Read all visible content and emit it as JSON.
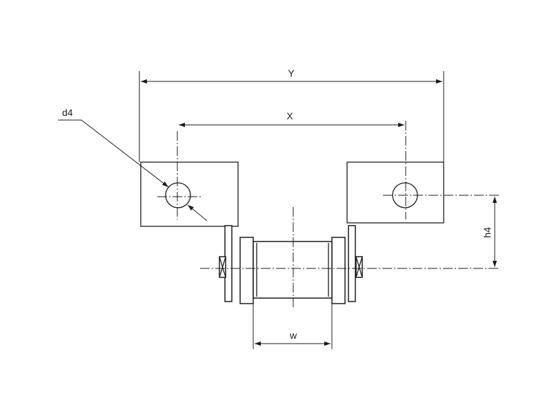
{
  "diagram": {
    "labels": {
      "y": "Y",
      "x": "X",
      "d4": "d4",
      "h4": "h4",
      "w": "w"
    },
    "colors": {
      "line": "#1a1a1a",
      "background": "#ffffff"
    }
  }
}
